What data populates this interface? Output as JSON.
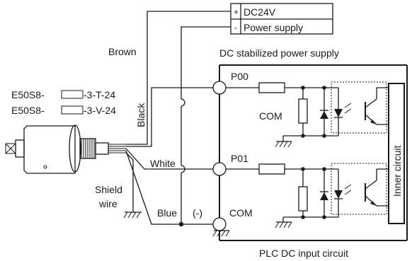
{
  "power": {
    "plus_sign": "+",
    "minus_sign": "-",
    "voltage": "DC24V",
    "supply": "Power supply",
    "stabilized": "DC stabilized power supply"
  },
  "encoder": {
    "model_1_prefix": "E50S8-",
    "model_1_suffix": "-3-T-24",
    "model_2_prefix": "E50S8-",
    "model_2_suffix": "-3-V-24"
  },
  "wires": {
    "brown": "Brown",
    "black": "Black",
    "white": "White",
    "blue": "Blue",
    "shield_1": "Shield",
    "shield_2": "wire"
  },
  "plc": {
    "terminal_p00": "P00",
    "terminal_p01": "P01",
    "com_1": "COM",
    "com_2": "COM",
    "negative": "(-)",
    "inner_circuit": "Inner circuit",
    "caption": "PLC DC input circuit"
  }
}
